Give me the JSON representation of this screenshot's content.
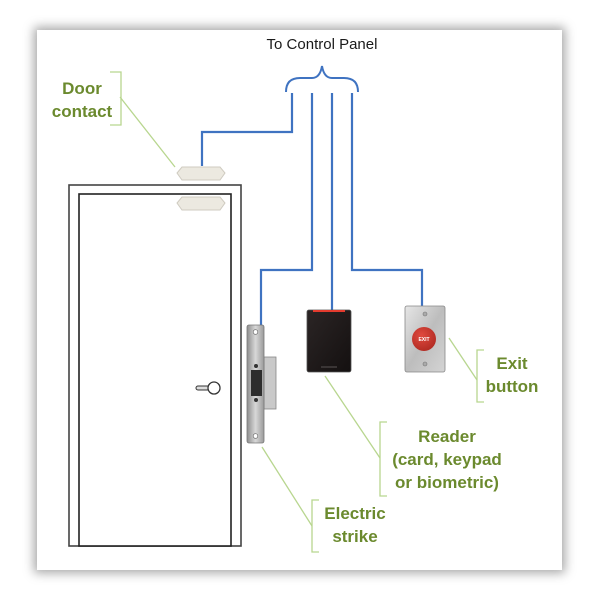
{
  "title": "To Control Panel",
  "colors": {
    "wire": "#3f73c1",
    "label": "#6b8a2e",
    "bracket": "#b8d68f",
    "door_line": "#333333",
    "reader_body": "#1e1a1a",
    "reader_led": "#e33b2e",
    "exit_button": "#c6332b",
    "sensor": "#ece9e0"
  },
  "labels": {
    "door_contact": [
      "Door",
      "contact"
    ],
    "exit_button": [
      "Exit",
      "button"
    ],
    "reader": [
      "Reader",
      "(card, keypad",
      "or biometric)"
    ],
    "electric_strike": [
      "Electric",
      "strike"
    ]
  },
  "devices": {
    "exit_button_text": "EXIT"
  }
}
